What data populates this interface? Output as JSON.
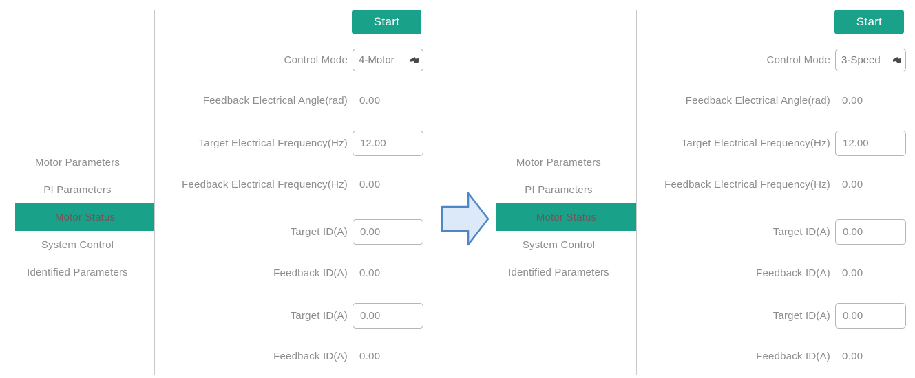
{
  "colors": {
    "accent_green": "#1AA189",
    "active_item_text": "#6e575c",
    "label_gray": "#8d8d8d",
    "arrow_fill": "#dbe9f8",
    "arrow_stroke": "#4f87c5"
  },
  "arrow_icon": "right-block-arrow",
  "panels": [
    {
      "name": "before",
      "sidebar": {
        "items": [
          {
            "label": "Motor Parameters",
            "active": false
          },
          {
            "label": "PI Parameters",
            "active": false
          },
          {
            "label": "Motor Status",
            "active": true
          },
          {
            "label": "System Control",
            "active": false
          },
          {
            "label": "Identified Parameters",
            "active": false
          }
        ]
      },
      "form": {
        "start_button": "Start",
        "rows": [
          {
            "label": "Control Mode",
            "value": "4-Motor",
            "control": "dropdown"
          },
          {
            "label": "Feedback Electrical Angle(rad)",
            "value": "0.00",
            "control": "readonly"
          },
          {
            "label": "Target Electrical Frequency(Hz)",
            "value": "12.00",
            "control": "input"
          },
          {
            "label": "Feedback Electrical Frequency(Hz)",
            "value": "0.00",
            "control": "readonly"
          },
          {
            "label": "Target ID(A)",
            "value": "0.00",
            "control": "input"
          },
          {
            "label": "Feedback ID(A)",
            "value": "0.00",
            "control": "readonly"
          },
          {
            "label": "Target ID(A)",
            "value": "0.00",
            "control": "input"
          },
          {
            "label": "Feedback ID(A)",
            "value": "0.00",
            "control": "readonly"
          }
        ]
      }
    },
    {
      "name": "after",
      "sidebar": {
        "items": [
          {
            "label": "Motor Parameters",
            "active": false
          },
          {
            "label": "PI Parameters",
            "active": false
          },
          {
            "label": "Motor Status",
            "active": true
          },
          {
            "label": "System Control",
            "active": false
          },
          {
            "label": "Identified Parameters",
            "active": false
          }
        ]
      },
      "form": {
        "start_button": "Start",
        "rows": [
          {
            "label": "Control Mode",
            "value": "3-Speed",
            "control": "dropdown"
          },
          {
            "label": "Feedback Electrical Angle(rad)",
            "value": "0.00",
            "control": "readonly"
          },
          {
            "label": "Target Electrical Frequency(Hz)",
            "value": "12.00",
            "control": "input"
          },
          {
            "label": "Feedback Electrical Frequency(Hz)",
            "value": "0.00",
            "control": "readonly"
          },
          {
            "label": "Target ID(A)",
            "value": "0.00",
            "control": "input"
          },
          {
            "label": "Feedback ID(A)",
            "value": "0.00",
            "control": "readonly"
          },
          {
            "label": "Target ID(A)",
            "value": "0.00",
            "control": "input"
          },
          {
            "label": "Feedback ID(A)",
            "value": "0.00",
            "control": "readonly"
          }
        ]
      }
    }
  ]
}
